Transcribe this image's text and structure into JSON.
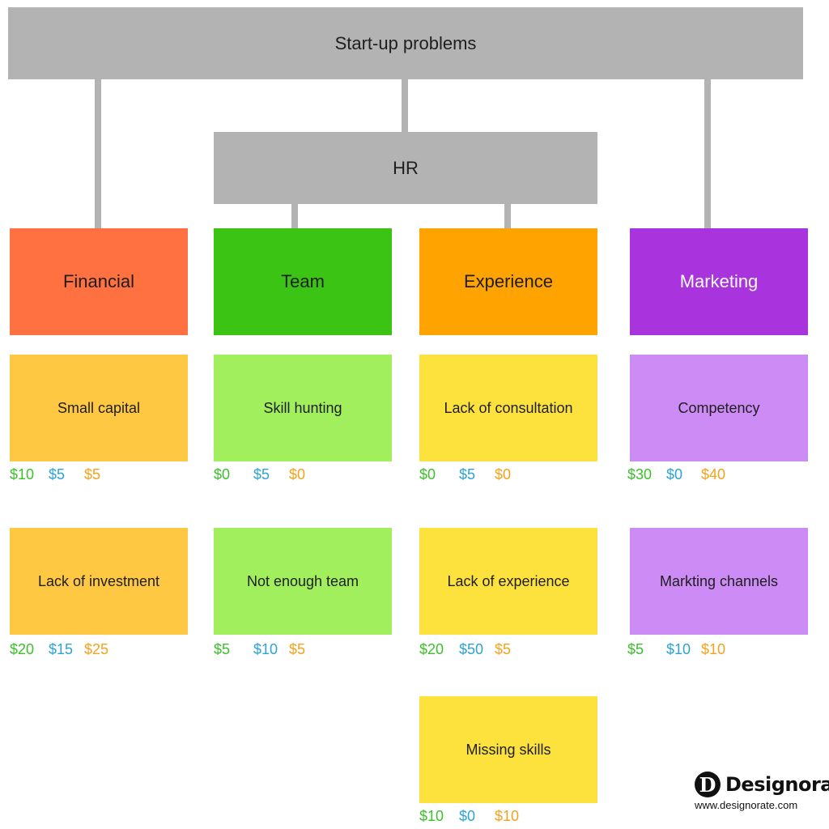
{
  "root": {
    "label": "Start-up problems"
  },
  "hr": {
    "label": "HR"
  },
  "categories": [
    {
      "label": "Financial",
      "color": "#ff7140",
      "text_color": "#1e1e1e",
      "card_color": "#ffc843",
      "items": [
        {
          "label": "Small capital",
          "costs": [
            "$10",
            "$5",
            "$5"
          ]
        },
        {
          "label": "Lack of investment",
          "costs": [
            "$20",
            "$15",
            "$25"
          ]
        }
      ]
    },
    {
      "label": "Team",
      "color": "#3cc415",
      "text_color": "#1e1e1e",
      "card_color": "#a2ef5e",
      "items": [
        {
          "label": "Skill hunting",
          "costs": [
            "$0",
            "$5",
            "$0"
          ]
        },
        {
          "label": "Not enough team",
          "costs": [
            "$5",
            "$10",
            "$5"
          ]
        }
      ]
    },
    {
      "label": "Experience",
      "color": "#ffa300",
      "text_color": "#1e1e1e",
      "card_color": "#fde23e",
      "items": [
        {
          "label": "Lack of consultation",
          "costs": [
            "$0",
            "$5",
            "$0"
          ]
        },
        {
          "label": "Lack of experience",
          "costs": [
            "$20",
            "$50",
            "$5"
          ]
        },
        {
          "label": "Missing skills",
          "costs": [
            "$10",
            "$0",
            "$10"
          ]
        }
      ]
    },
    {
      "label": "Marketing",
      "color": "#a933dd",
      "text_color": "#ffffff",
      "card_color": "#cd8bf6",
      "items": [
        {
          "label": "Competency",
          "costs": [
            "$30",
            "$0",
            "$40"
          ]
        },
        {
          "label": "Markting channels",
          "costs": [
            "$5",
            "$10",
            "$10"
          ]
        }
      ]
    }
  ],
  "cost_colors": [
    "#3cbf2a",
    "#2ba3d4",
    "#f3a21b"
  ],
  "brand": {
    "mark": "D",
    "name": "Designorate",
    "url": "www.designorate.com"
  }
}
